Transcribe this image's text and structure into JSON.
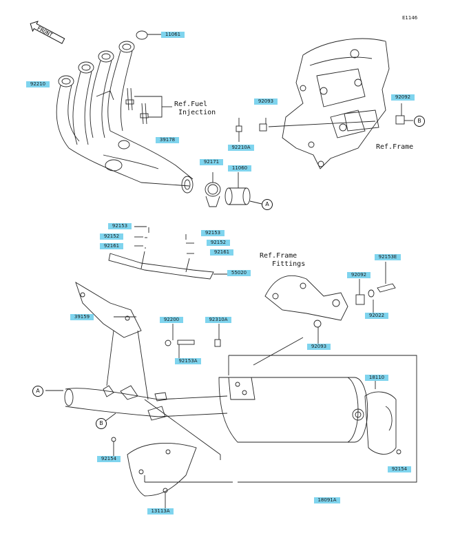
{
  "diagram_code": "E1146",
  "front_label": "FRONT",
  "refs": {
    "fuel_injection": "Ref.Fuel\n Injection",
    "frame": "Ref.Frame",
    "frame_fittings": "Ref.Frame\n   Fittings"
  },
  "callout_letters": {
    "a": "A",
    "b": "B"
  },
  "parts": {
    "p11061": "11061",
    "p92210": "92210",
    "p92093": "92093",
    "p92092_top": "92092",
    "p39178": "39178",
    "p92210a": "92210A",
    "p92171": "92171",
    "p11060": "11060",
    "p92153_l": "92153",
    "p92152_l": "92152",
    "p92161_l": "92161",
    "p92153_r": "92153",
    "p92152_r": "92152",
    "p92161_r": "92161",
    "p55020": "55020",
    "p92153e": "92153E",
    "p92092_mid": "92092",
    "p92022": "92022",
    "p39159": "39159",
    "p92200": "92200",
    "p92310a": "92310A",
    "p92153a": "92153A",
    "p92093_low": "92093",
    "p18110": "18110",
    "p92154_l": "92154",
    "p92154_r": "92154",
    "p13113a": "13113A",
    "p18091a": "18091A"
  }
}
